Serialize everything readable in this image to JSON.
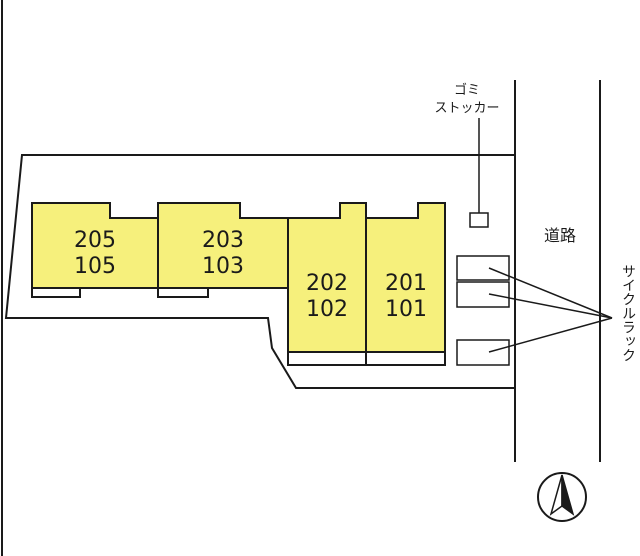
{
  "units": [
    {
      "id": "unit-205-105",
      "upper": "205",
      "lower": "105"
    },
    {
      "id": "unit-203-103",
      "upper": "203",
      "lower": "103"
    },
    {
      "id": "unit-202-102",
      "upper": "202",
      "lower": "102"
    },
    {
      "id": "unit-201-101",
      "upper": "201",
      "lower": "101"
    }
  ],
  "labels": {
    "garbage_line1": "ゴミ",
    "garbage_line2": "ストッカー",
    "road": "道路",
    "bicycle_rack": "サイクルラック"
  },
  "colors": {
    "unit_fill": "#f6f07c",
    "line": "#1a1a1a",
    "background": "#ffffff"
  },
  "icons": {
    "compass": "north-arrow-icon"
  }
}
